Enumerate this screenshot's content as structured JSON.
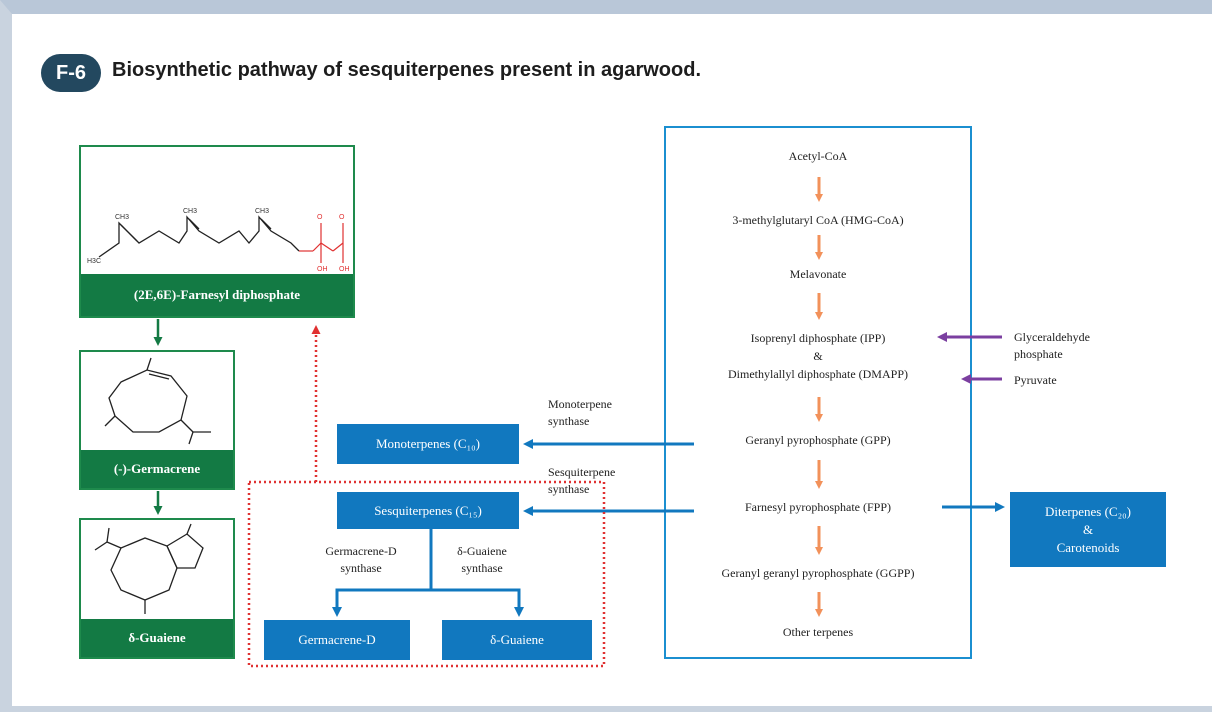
{
  "header": {
    "badge": "F-6",
    "title": "Biosynthetic pathway of sesquiterpenes present in agarwood."
  },
  "structures": [
    {
      "label": "(2E,6E)-Farnesyl diphosphate"
    },
    {
      "label": "(-)-Germacrene"
    },
    {
      "label": "δ-Guaiene"
    }
  ],
  "pathway": {
    "steps": [
      "Acetyl-CoA",
      "3-methylglutaryl CoA (HMG-CoA)",
      "Melavonate",
      "Isoprenyl diphosphate (IPP)",
      "&",
      "Dimethylallyl diphosphate (DMAPP)",
      "Geranyl pyrophosphate (GPP)",
      "Farnesyl pyrophosphate (FPP)",
      "Geranyl geranyl pyrophosphate (GGPP)",
      "Other terpenes"
    ],
    "inputs": [
      "Glyceraldehyde",
      "phosphate",
      "Pyruvate"
    ]
  },
  "enzymes": {
    "monoterpene": [
      "Monoterpene",
      "synthase"
    ],
    "sesquiterpene": [
      "Sesquiterpene",
      "synthase"
    ],
    "germacrene": [
      "Germacrene-D",
      "synthase"
    ],
    "guaiene": [
      "δ-Guaiene",
      "synthase"
    ]
  },
  "products": {
    "monoterpenes": "Monoterpenes (C₁₀)",
    "sesquiterpenes": "Sesquiterpenes (C₁₅)",
    "germacrene_d": "Germacrene-D",
    "d_guaiene": "δ-Guaiene",
    "diterpenes": "Diterpenes (C₂₀)",
    "amp": "&",
    "carotenoids": "Carotenoids"
  },
  "colors": {
    "green": "#137a44",
    "blue": "#1178bf",
    "orange": "#f2915a",
    "purple": "#7b3fa0",
    "red_dotted": "#e03131",
    "badge": "#23485f"
  }
}
